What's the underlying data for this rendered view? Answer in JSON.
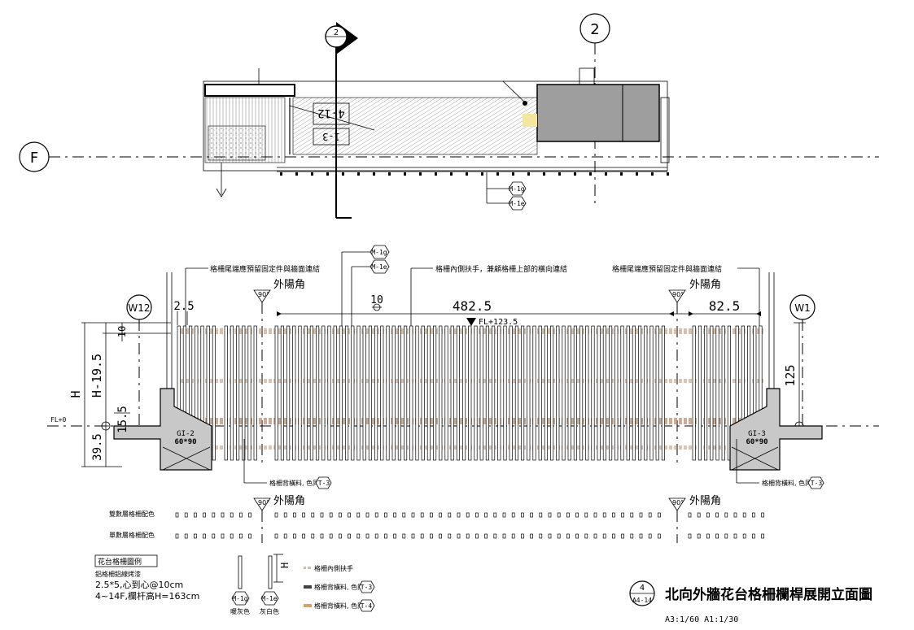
{
  "plan": {
    "grid_f": "F",
    "grid_2": "2",
    "section_num": "2",
    "room_label_a": "4-12",
    "room_label_b": "1-3",
    "tag_top": "M-1g",
    "tag_bottom": "M-1e"
  },
  "elevation": {
    "note_left": "格柵尾端應預留固定件與牆面連結",
    "note_center": "格柵內側扶手，兼顧格柵上部的橫向連結",
    "note_right": "格柵尾端應預留固定件與牆面連結",
    "tag_1": "M-1g",
    "tag_2": "M-1e",
    "grid_left": "W12",
    "grid_right": "W1",
    "angle_left": "90°",
    "angle_right": "90°",
    "corner_left": "外陽角",
    "corner_right": "外陽角",
    "dim_25": "2.5",
    "dim_10": "10",
    "dim_4825": "482.5",
    "dim_825": "82.5",
    "fl_mark": "FL+123.5",
    "fl0": "FL+0",
    "dim_10v": "10",
    "dim_h": "H",
    "dim_h195": "H-19.5",
    "dim_155": "15.5",
    "dim_395": "39.5",
    "dim_125": "125",
    "gi2": "GI-2",
    "gi2_size": "60*90",
    "gi3": "GI-3",
    "gi3_size": "60*90",
    "back_note_left": "格柵背橫料, 色同",
    "back_note_right": "格柵背橫料, 色同",
    "back_tag": "T-3"
  },
  "color_rows": {
    "row1_label": "雙數層格柵配色",
    "row2_label": "單數層格柵配色",
    "angle_left": "90°",
    "angle_right": "90°",
    "corner_left": "外陽角",
    "corner_right": "外陽角"
  },
  "legend": {
    "box_title": "花台格柵圖例",
    "line1": "鋁格柵鋁線烤漆",
    "line2": "2.5*5,心到心@10cm",
    "line3": "4~14F,欄杆高H=163cm",
    "tag_a": "M-1g",
    "tag_a_label": "暖灰色",
    "tag_b": "M-1e",
    "tag_b_label": "灰白色",
    "dim_h": "H",
    "item1": "格柵內側扶手",
    "item2": "格柵背橫料, 色同",
    "item2_tag": "T-3",
    "item3": "格柵背橫料, 色同",
    "item3_tag": "T-4"
  },
  "title": {
    "num": "4",
    "sheet": "A4-14",
    "text": "北向外牆花台格柵欄桿展開立面圖",
    "scale": "A3:1/60 A1:1/30"
  }
}
